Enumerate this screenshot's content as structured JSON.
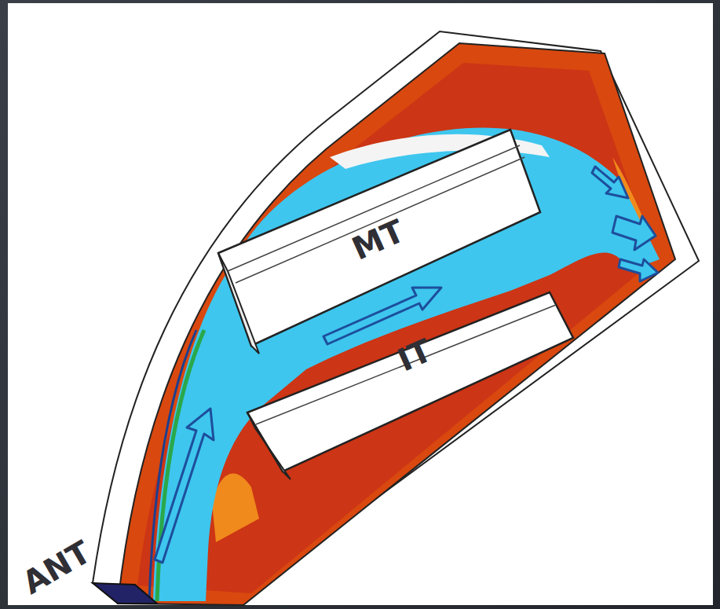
{
  "diagram": {
    "nodes": [
      {
        "text": [
          "MT"
        ]
      },
      {
        "text": [
          "IT"
        ]
      }
    ],
    "labels": [
      "ANT"
    ]
  }
}
